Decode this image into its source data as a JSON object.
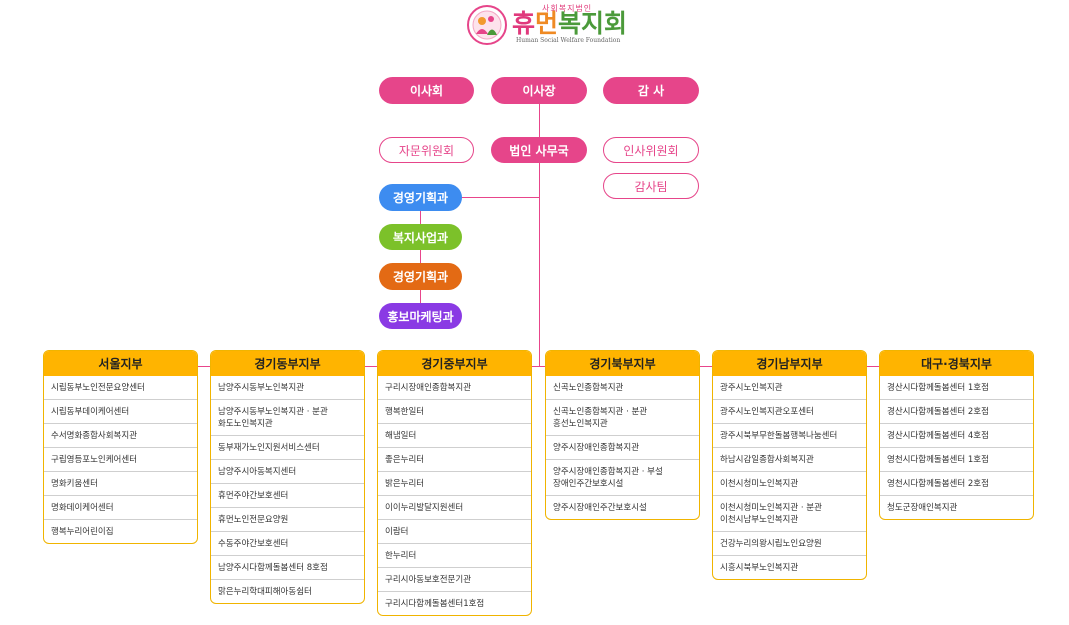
{
  "logo": {
    "sub": "사회복지법인",
    "big_a": "휴",
    "big_b": "먼",
    "big_c": "복지회",
    "en": "Human Social Welfare Foundation"
  },
  "top": {
    "board": "이사회",
    "chairman": "이사장",
    "auditor": "감 사"
  },
  "second": {
    "advisory": "자문위원회",
    "secretariat": "법인 사무국",
    "hr_committee": "인사위원회",
    "audit_team": "감사팀"
  },
  "departments": [
    {
      "label": "경영기획과",
      "color": "#3d8cf0"
    },
    {
      "label": "복지사업과",
      "color": "#7cc12a"
    },
    {
      "label": "경영기획과",
      "color": "#e36a14"
    },
    {
      "label": "홍보마케팅과",
      "color": "#8a3ae4"
    }
  ],
  "branches": [
    {
      "name": "서울지부",
      "items": [
        "시립동부노인전문요양센터",
        "시립동부데이케어센터",
        "수서명화종합사회복지관",
        "구립영등포노인케어센터",
        "명화키움센터",
        "명화데이케어센터",
        "행복누리어린이집"
      ]
    },
    {
      "name": "경기동부지부",
      "items": [
        "남양주시동부노인복지관",
        "남양주시동부노인복지관 · 분관\n화도노인복지관",
        "동부재가노인지원서비스센터",
        "남양주시아동복지센터",
        "휴먼주야간보호센터",
        "휴먼노인전문요양원",
        "수동주야간보호센터",
        "남양주시다함께돌봄센터 8호점",
        "맑은누리학대피해아동쉼터"
      ]
    },
    {
      "name": "경기중부지부",
      "items": [
        "구리시장애인종합복지관",
        "행복한일터",
        "해냄일터",
        "좋은누리터",
        "밝은누리터",
        "이이누리발달지원센터",
        "이람터",
        "한누리터",
        "구리시아동보호전문기관",
        "구리시다함께돌봄센터1호점"
      ]
    },
    {
      "name": "경기북부지부",
      "items": [
        "신곡노인종합복지관",
        "신곡노인종합복지관 · 분관\n흥선노인복지관",
        "양주시장애인종합복지관",
        "양주시장애인종합복지관 · 부설\n장애인주간보호시설",
        "양주시장애인주간보호시설"
      ]
    },
    {
      "name": "경기남부지부",
      "items": [
        "광주시노인복지관",
        "광주시노인복지관오포센터",
        "광주시북부무한돌봄행복나눔센터",
        "하남시감일종합사회복지관",
        "이천시청미노인복지관",
        "이천시청미노인복지관 · 분관\n이천시남부노인복지관",
        "건강누리의왕시립노인요양원",
        "시흥시북부노인복지관"
      ]
    },
    {
      "name": "대구·경북지부",
      "items": [
        "경산시다함께돌봄센터 1호점",
        "경산시다함께돌봄센터 2호점",
        "경산시다함께돌봄센터 4호점",
        "영천시다함께돌봄센터 1호점",
        "영천시다함께돌봄센터 2호점",
        "청도군장애인복지관"
      ]
    }
  ]
}
